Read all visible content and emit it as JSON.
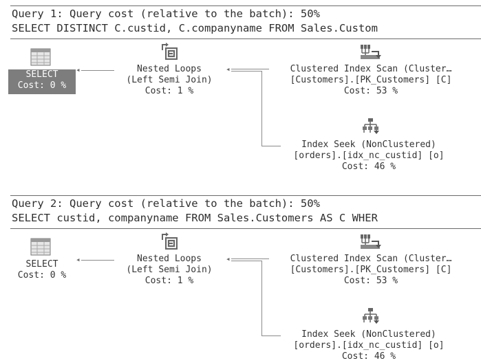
{
  "queries": [
    {
      "header_line1": "Query 1: Query cost (relative to the batch): 50%",
      "header_line2": "SELECT DISTINCT C.custid, C.companyname FROM Sales.Custom",
      "select": {
        "line1": "SELECT",
        "line2": "Cost: 0 %",
        "selected": true
      },
      "nested_loops": {
        "line1": "Nested Loops",
        "line2": "(Left Semi Join)",
        "line3": "Cost: 1 %"
      },
      "index_scan": {
        "line1": "Clustered Index Scan (Cluster…",
        "line2": "[Customers].[PK_Customers] [C]",
        "line3": "Cost: 53 %"
      },
      "index_seek": {
        "line1": "Index Seek (NonClustered)",
        "line2": "[orders].[idx_nc_custid] [o]",
        "line3": "Cost: 46 %"
      }
    },
    {
      "header_line1": "Query 2: Query cost (relative to the batch): 50%",
      "header_line2": "SELECT custid, companyname FROM Sales.Customers AS C WHER",
      "select": {
        "line1": "SELECT",
        "line2": "Cost: 0 %",
        "selected": false
      },
      "nested_loops": {
        "line1": "Nested Loops",
        "line2": "(Left Semi Join)",
        "line3": "Cost: 1 %"
      },
      "index_scan": {
        "line1": "Clustered Index Scan (Cluster…",
        "line2": "[Customers].[PK_Customers] [C]",
        "line3": "Cost: 53 %"
      },
      "index_seek": {
        "line1": "Index Seek (NonClustered)",
        "line2": "[orders].[idx_nc_custid] [o]",
        "line3": "Cost: 46 %"
      }
    }
  ],
  "icons": {
    "select": "select-icon",
    "nested_loops": "nested-loops-icon",
    "index_scan": "clustered-index-scan-icon",
    "index_seek": "index-seek-icon"
  },
  "colors": {
    "selected_bg": "#7d7d7d",
    "connector": "#8a8a8a"
  }
}
